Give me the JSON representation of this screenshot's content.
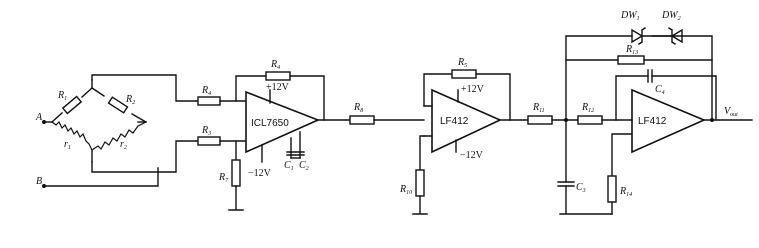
{
  "inputs": {
    "a": "A",
    "b": "B"
  },
  "bridge": {
    "r1": {
      "base": "R",
      "sub": "1"
    },
    "r2": {
      "base": "R",
      "sub": "2"
    },
    "t1": {
      "base": "r",
      "sub": "1"
    },
    "t2": {
      "base": "r",
      "sub": "2"
    }
  },
  "stage1": {
    "chip": "ICL7650",
    "r4_top": {
      "base": "R",
      "sub": "4"
    },
    "r4_in": {
      "base": "R",
      "sub": "4"
    },
    "r3": {
      "base": "R",
      "sub": "3"
    },
    "r7": {
      "base": "R",
      "sub": "7"
    },
    "vpos": "+12V",
    "vneg": "−12V",
    "c1": {
      "base": "C",
      "sub": "1"
    },
    "c2": {
      "base": "C",
      "sub": "2"
    }
  },
  "stage2": {
    "chip": "LF412",
    "r5": {
      "base": "R",
      "sub": "5"
    },
    "r8": {
      "base": "R",
      "sub": "8"
    },
    "r10": {
      "base": "R",
      "sub": "10"
    },
    "vpos": "+12V",
    "vneg": "−12V"
  },
  "stage3": {
    "chip": "LF412",
    "r11": {
      "base": "R",
      "sub": "11"
    },
    "r12": {
      "base": "R",
      "sub": "12"
    },
    "r13": {
      "base": "R",
      "sub": "13"
    },
    "r14": {
      "base": "R",
      "sub": "14"
    },
    "c3": {
      "base": "C",
      "sub": "3"
    },
    "c4": {
      "base": "C",
      "sub": "4"
    },
    "dw1": {
      "base": "DW",
      "sub": "1"
    },
    "dw2": {
      "base": "DW",
      "sub": "2"
    },
    "vout": {
      "base": "V",
      "sub": "out"
    }
  }
}
